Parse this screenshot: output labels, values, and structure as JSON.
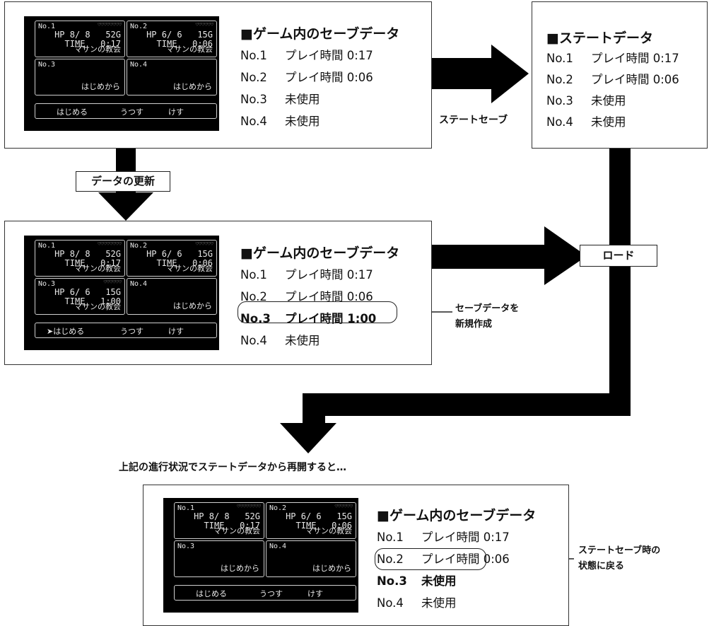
{
  "labels": {
    "state_save": "ステートセーブ",
    "data_update": "データの更新",
    "load": "ロード",
    "resume": "上記の進行状況でステートデータから再開すると…",
    "new_save_1": "セーブデータを",
    "new_save_2": "新規作成",
    "revert_1": "ステートセーブ時の",
    "revert_2": "状態に戻る"
  },
  "state_data": {
    "title": "■ステートデータ",
    "lines": [
      {
        "no": "No.1",
        "text": "プレイ時間 0:17"
      },
      {
        "no": "No.2",
        "text": "プレイ時間 0:06"
      },
      {
        "no": "No.3",
        "text": "未使用"
      },
      {
        "no": "No.4",
        "text": "未使用"
      }
    ]
  },
  "panels": [
    {
      "title": "■ゲーム内のセーブデータ",
      "lines": [
        {
          "no": "No.1",
          "text": "プレイ時間 0:17"
        },
        {
          "no": "No.2",
          "text": "プレイ時間 0:06"
        },
        {
          "no": "No.3",
          "text": "未使用"
        },
        {
          "no": "No.4",
          "text": "未使用"
        }
      ],
      "slots": [
        {
          "no": "No.1",
          "hearts": "♡♡♡♡♡♡♡♡",
          "hp": "HP 8/ 8   52G",
          "time": "TIME   0:17",
          "loc": "マサンの教会",
          "start": ""
        },
        {
          "no": "No.2",
          "hearts": "♡♡♡♡♡♡",
          "hp": "HP 6/ 6   15G",
          "time": "TIME   0:06",
          "loc": "マサンの教会",
          "start": ""
        },
        {
          "no": "No.3",
          "hearts": "",
          "hp": "",
          "time": "",
          "loc": "",
          "start": "はじめから"
        },
        {
          "no": "No.4",
          "hearts": "",
          "hp": "",
          "time": "",
          "loc": "",
          "start": "はじめから"
        }
      ],
      "menu": [
        "はじめる",
        "うつす",
        "けす"
      ]
    },
    {
      "title": "■ゲーム内のセーブデータ",
      "lines": [
        {
          "no": "No.1",
          "text": "プレイ時間 0:17"
        },
        {
          "no": "No.2",
          "text": "プレイ時間 0:06"
        },
        {
          "no": "No.3",
          "text": "プレイ時間 1:00"
        },
        {
          "no": "No.4",
          "text": "未使用"
        }
      ],
      "slots": [
        {
          "no": "No.1",
          "hearts": "♡♡♡♡♡♡♡♡",
          "hp": "HP 8/ 8   52G",
          "time": "TIME   0:17",
          "loc": "マサンの教会",
          "start": ""
        },
        {
          "no": "No.2",
          "hearts": "♡♡♡♡♡♡",
          "hp": "HP 6/ 6   15G",
          "time": "TIME   0:06",
          "loc": "マサンの教会",
          "start": ""
        },
        {
          "no": "No.3",
          "hearts": "♡♡♡♡♡♡",
          "hp": "HP 6/ 6   15G",
          "time": "TIME   1:00",
          "loc": "マサンの教会",
          "start": ""
        },
        {
          "no": "No.4",
          "hearts": "",
          "hp": "",
          "time": "",
          "loc": "",
          "start": "はじめから"
        }
      ],
      "menu": [
        "➤はじめる",
        "うつす",
        "けす"
      ]
    },
    {
      "title": "■ゲーム内のセーブデータ",
      "lines": [
        {
          "no": "No.1",
          "text": "プレイ時間 0:17"
        },
        {
          "no": "No.2",
          "text": "プレイ時間 0:06"
        },
        {
          "no": "No.3",
          "text": "未使用"
        },
        {
          "no": "No.4",
          "text": "未使用"
        }
      ],
      "slots": [
        {
          "no": "No.1",
          "hearts": "♡♡♡♡♡♡♡♡",
          "hp": "HP 8/ 8   52G",
          "time": "TIME   0:17",
          "loc": "マサンの教会",
          "start": ""
        },
        {
          "no": "No.2",
          "hearts": "♡♡♡♡♡♡",
          "hp": "HP 6/ 6   15G",
          "time": "TIME   0:06",
          "loc": "マサンの教会",
          "start": ""
        },
        {
          "no": "No.3",
          "hearts": "",
          "hp": "",
          "time": "",
          "loc": "",
          "start": "はじめから"
        },
        {
          "no": "No.4",
          "hearts": "",
          "hp": "",
          "time": "",
          "loc": "",
          "start": "はじめから"
        }
      ],
      "menu": [
        "はじめる",
        "うつす",
        "けす"
      ]
    }
  ]
}
